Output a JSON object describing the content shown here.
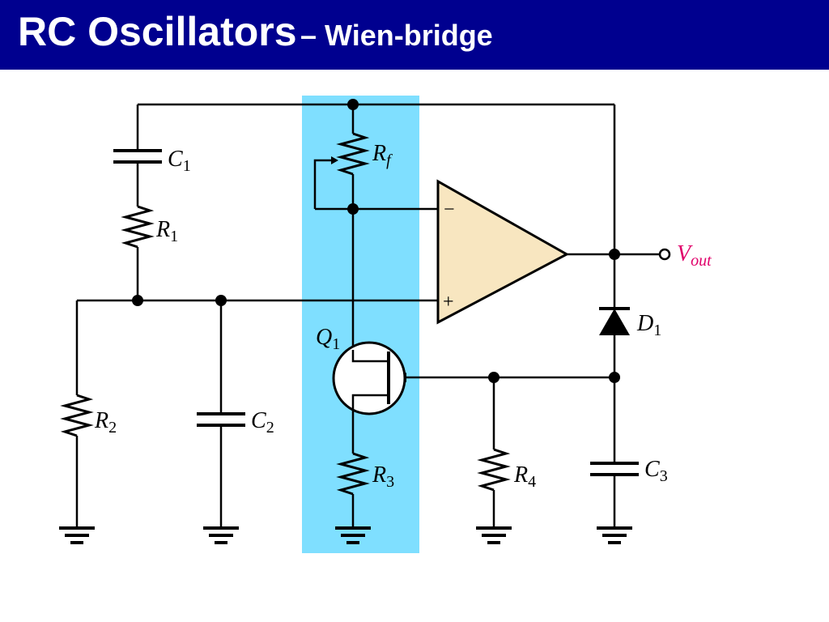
{
  "title": {
    "main": "RC Oscillators",
    "sub": "– Wien-bridge"
  },
  "colors": {
    "title_bar": "#00008f",
    "highlight": "#7fdfff",
    "opamp_fill": "#f8e6c0",
    "vout_label": "#e0006a"
  },
  "labels": {
    "c1": {
      "main": "C",
      "sub": "1"
    },
    "r1": {
      "main": "R",
      "sub": "1"
    },
    "r2": {
      "main": "R",
      "sub": "2"
    },
    "c2": {
      "main": "C",
      "sub": "2"
    },
    "rf": {
      "main": "R",
      "sub": "f"
    },
    "q1": {
      "main": "Q",
      "sub": "1"
    },
    "r3": {
      "main": "R",
      "sub": "3"
    },
    "r4": {
      "main": "R",
      "sub": "4"
    },
    "d1": {
      "main": "D",
      "sub": "1"
    },
    "c3": {
      "main": "C",
      "sub": "3"
    },
    "vout": {
      "main": "V",
      "sub": "out"
    },
    "opamp_minus": "−",
    "opamp_plus": "+"
  }
}
